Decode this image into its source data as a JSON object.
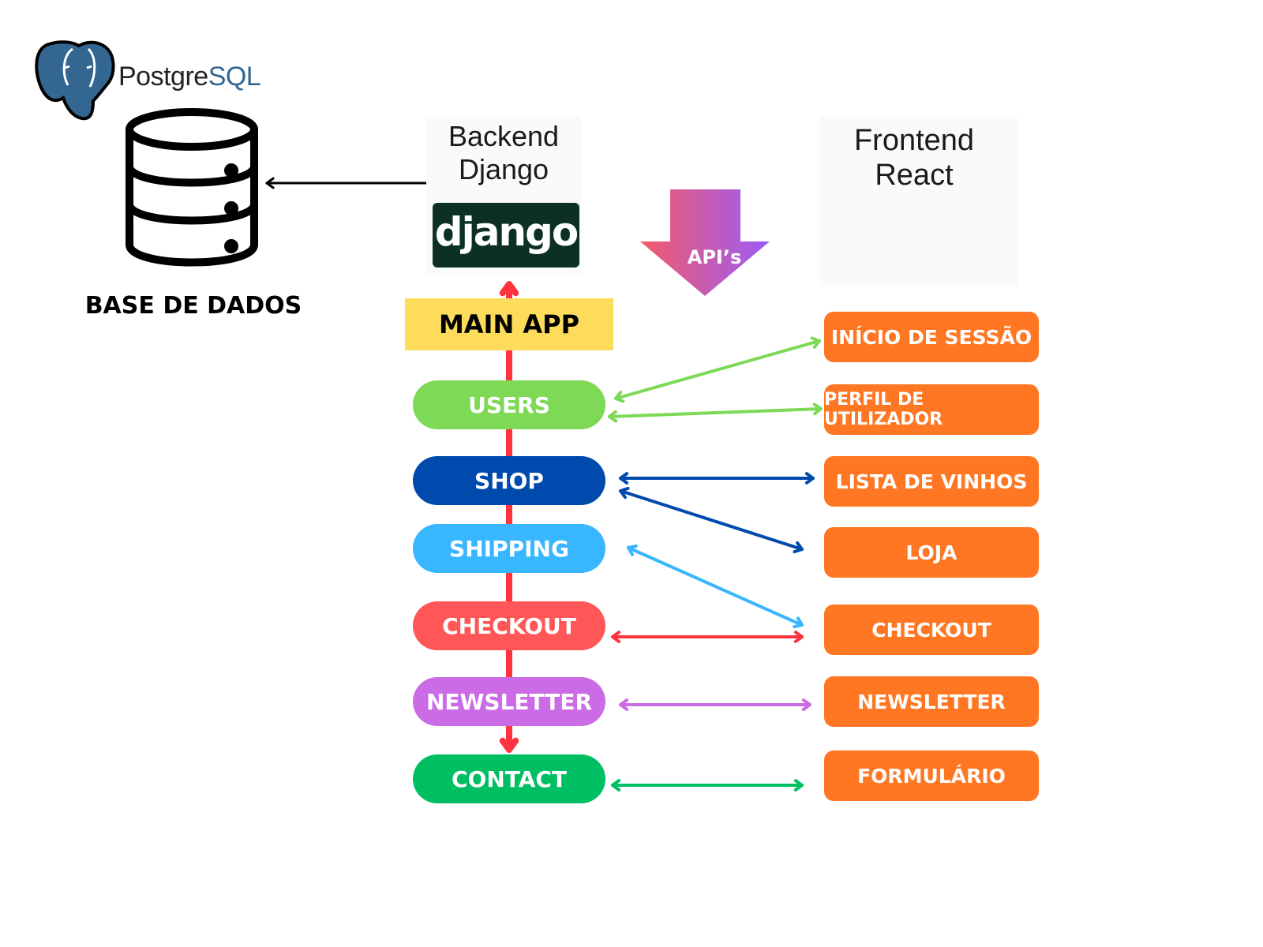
{
  "database": {
    "logo_text_primary": "Postgre",
    "logo_text_secondary": "SQL",
    "label": "BASE DE DADOS",
    "logo_icon": "postgresql-elephant-icon",
    "db_icon": "database-cylinder-icon"
  },
  "backend": {
    "title_line1": "Backend",
    "title_line2": "Django",
    "logo_text": "django"
  },
  "frontend": {
    "title_line1": "Frontend",
    "title_line2": "React",
    "logo_icon": "react-atom-icon"
  },
  "api_arrow": {
    "label": "API’s",
    "gradient_start": "#f35a6b",
    "gradient_end": "#9b5cf6"
  },
  "main_app": {
    "label": "MAIN APP",
    "color": "#fddc5c"
  },
  "flow_color": "#ff333d",
  "modules": [
    {
      "id": "users",
      "label": "USERS",
      "color": "#7ed957"
    },
    {
      "id": "shop",
      "label": "SHOP",
      "color": "#004aad"
    },
    {
      "id": "shipping",
      "label": "SHIPPING",
      "color": "#38b6ff"
    },
    {
      "id": "checkout",
      "label": "CHECKOUT",
      "color": "#ff5757"
    },
    {
      "id": "newsletter",
      "label": "NEWSLETTER",
      "color": "#cb6ce6"
    },
    {
      "id": "contact",
      "label": "CONTACT",
      "color": "#00bf63"
    }
  ],
  "screens": [
    {
      "id": "inicio-de-sessao",
      "label": "INÍCIO DE SESSÃO"
    },
    {
      "id": "perfil-de-utilizador",
      "label": "PERFIL DE UTILIZADOR"
    },
    {
      "id": "lista-de-vinhos",
      "label": "LISTA DE VINHOS"
    },
    {
      "id": "loja",
      "label": "LOJA"
    },
    {
      "id": "checkout",
      "label": "CHECKOUT"
    },
    {
      "id": "newsletter",
      "label": "NEWSLETTER"
    },
    {
      "id": "formulario",
      "label": "FORMULÁRIO"
    }
  ],
  "screen_color": "#ff7722",
  "connections": [
    {
      "from": "database",
      "to": "backend",
      "bidirectional": true,
      "color": "#000000"
    },
    {
      "from": "users",
      "to": "inicio-de-sessao",
      "bidirectional": true,
      "color": "#7ed957"
    },
    {
      "from": "users",
      "to": "perfil-de-utilizador",
      "bidirectional": true,
      "color": "#7ed957"
    },
    {
      "from": "shop",
      "to": "lista-de-vinhos",
      "bidirectional": true,
      "color": "#004aad"
    },
    {
      "from": "shop",
      "to": "loja",
      "bidirectional": true,
      "color": "#004aad"
    },
    {
      "from": "shipping",
      "to": "checkout",
      "bidirectional": true,
      "color": "#38b6ff"
    },
    {
      "from": "checkout",
      "to": "checkout",
      "bidirectional": true,
      "color": "#ff333d"
    },
    {
      "from": "newsletter",
      "to": "newsletter",
      "bidirectional": true,
      "color": "#cb6ce6"
    },
    {
      "from": "contact",
      "to": "formulario",
      "bidirectional": true,
      "color": "#00bf63"
    }
  ]
}
